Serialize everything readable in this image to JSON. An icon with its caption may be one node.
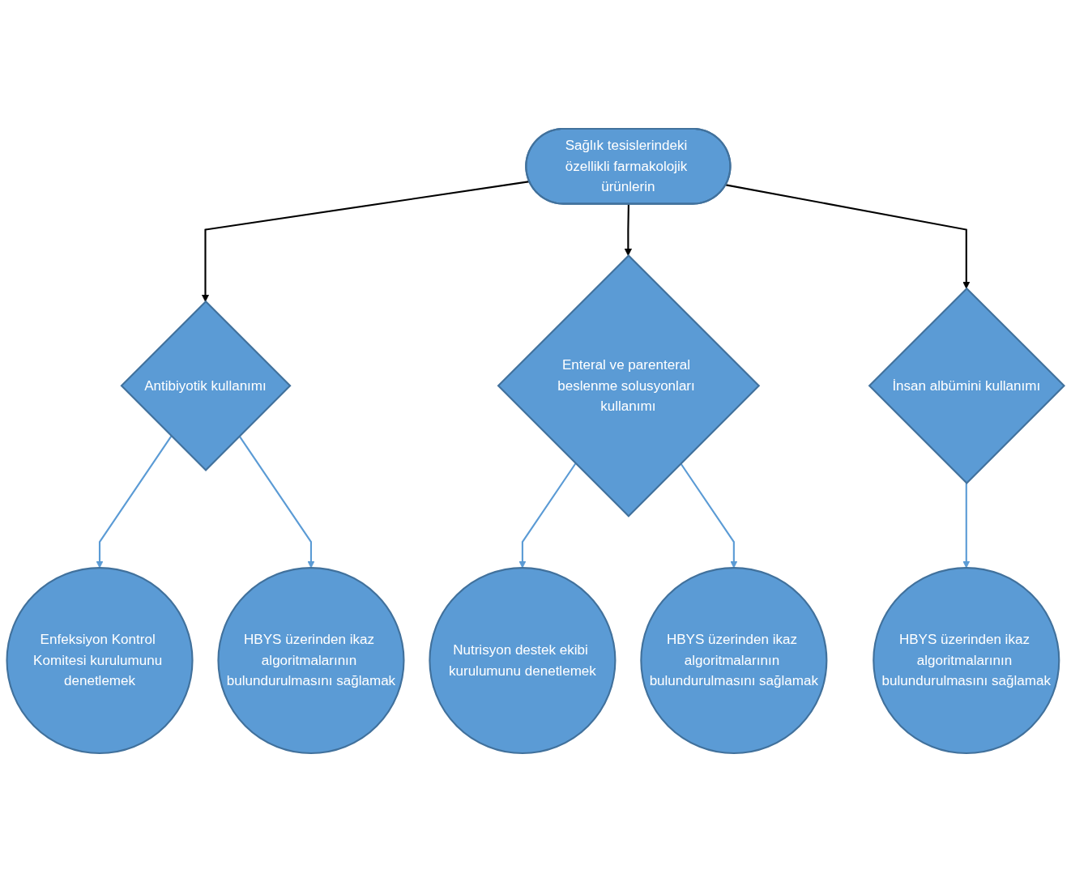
{
  "diagram": {
    "nodes": [
      {
        "text": [
          "Sağlık tesislerindeki özellikli farmakolojik ürünlerin"
        ]
      },
      {
        "text": [
          "Antibiyotik kullanımı"
        ]
      },
      {
        "text": [
          "Enteral ve parenteral beslenme solusyonları kullanımı"
        ]
      },
      {
        "text": [
          "İnsan albümini kullanımı"
        ]
      },
      {
        "text": [
          "Enfeksiyon Kontrol Komitesi kurulumunu denetlemek"
        ]
      },
      {
        "text": [
          "HBYS üzerinden ikaz algoritmalarının bulundurulmasını sağlamak"
        ]
      },
      {
        "text": [
          "Nutrisyon destek ekibi kurulumunu denetlemek"
        ]
      },
      {
        "text": [
          "HBYS üzerinden ikaz algoritmalarının bulundurulmasını sağlamak"
        ]
      },
      {
        "text": [
          "HBYS üzerinden ikaz algoritmalarının bulundurulmasını sağlamak"
        ]
      }
    ],
    "edges": [
      {
        "from": 0,
        "to": 1,
        "arrow": "to",
        "color": "#000000"
      },
      {
        "from": 0,
        "to": 2,
        "arrow": "to",
        "color": "#000000"
      },
      {
        "from": 0,
        "to": 3,
        "arrow": "to",
        "color": "#000000"
      },
      {
        "from": 1,
        "to": 4,
        "arrow": "to"
      },
      {
        "from": 1,
        "to": 5,
        "arrow": "to"
      },
      {
        "from": 2,
        "to": 6,
        "arrow": "to"
      },
      {
        "from": 2,
        "to": 7,
        "arrow": "to"
      },
      {
        "from": 3,
        "to": 8,
        "arrow": "to"
      }
    ]
  }
}
